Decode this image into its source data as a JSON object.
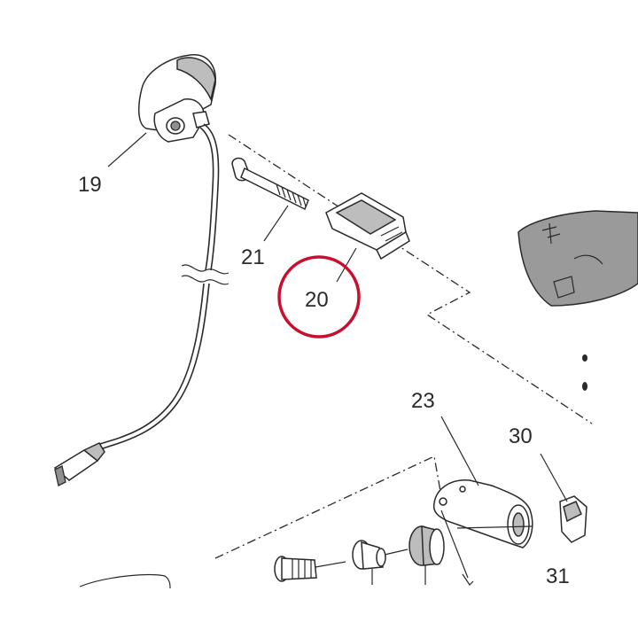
{
  "diagram": {
    "callouts": [
      {
        "id": "19",
        "label": "19"
      },
      {
        "id": "21",
        "label": "21"
      },
      {
        "id": "20",
        "label": "20"
      },
      {
        "id": "23",
        "label": "23"
      },
      {
        "id": "30",
        "label": "30"
      },
      {
        "id": "31",
        "label": "31"
      }
    ],
    "highlight": {
      "target": "20",
      "color": "#c8102e"
    },
    "colors": {
      "line": "#2a2a2a",
      "part_shade": "#bdbdbd",
      "panel": "#9a9a9a"
    }
  }
}
